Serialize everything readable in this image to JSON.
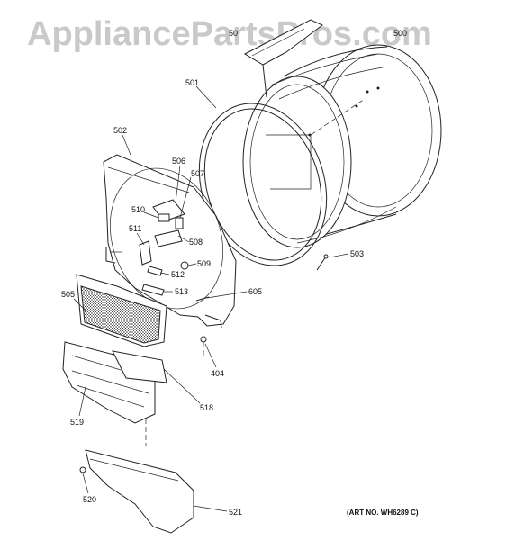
{
  "watermark": "AppliancePartsPros.com",
  "art_number": "(ART NO. WH6289 C)",
  "callouts": {
    "p500": "500",
    "p501": "501",
    "p502": "502",
    "p503": "503",
    "p404": "404",
    "p505": "505",
    "p506": "506",
    "p507": "507",
    "p508": "508",
    "p509": "509",
    "p510": "510",
    "p511": "511",
    "p512": "512",
    "p513": "513",
    "p518": "518",
    "p519": "519",
    "p520": "520",
    "p521": "521",
    "p605": "605",
    "p50x": "50"
  }
}
